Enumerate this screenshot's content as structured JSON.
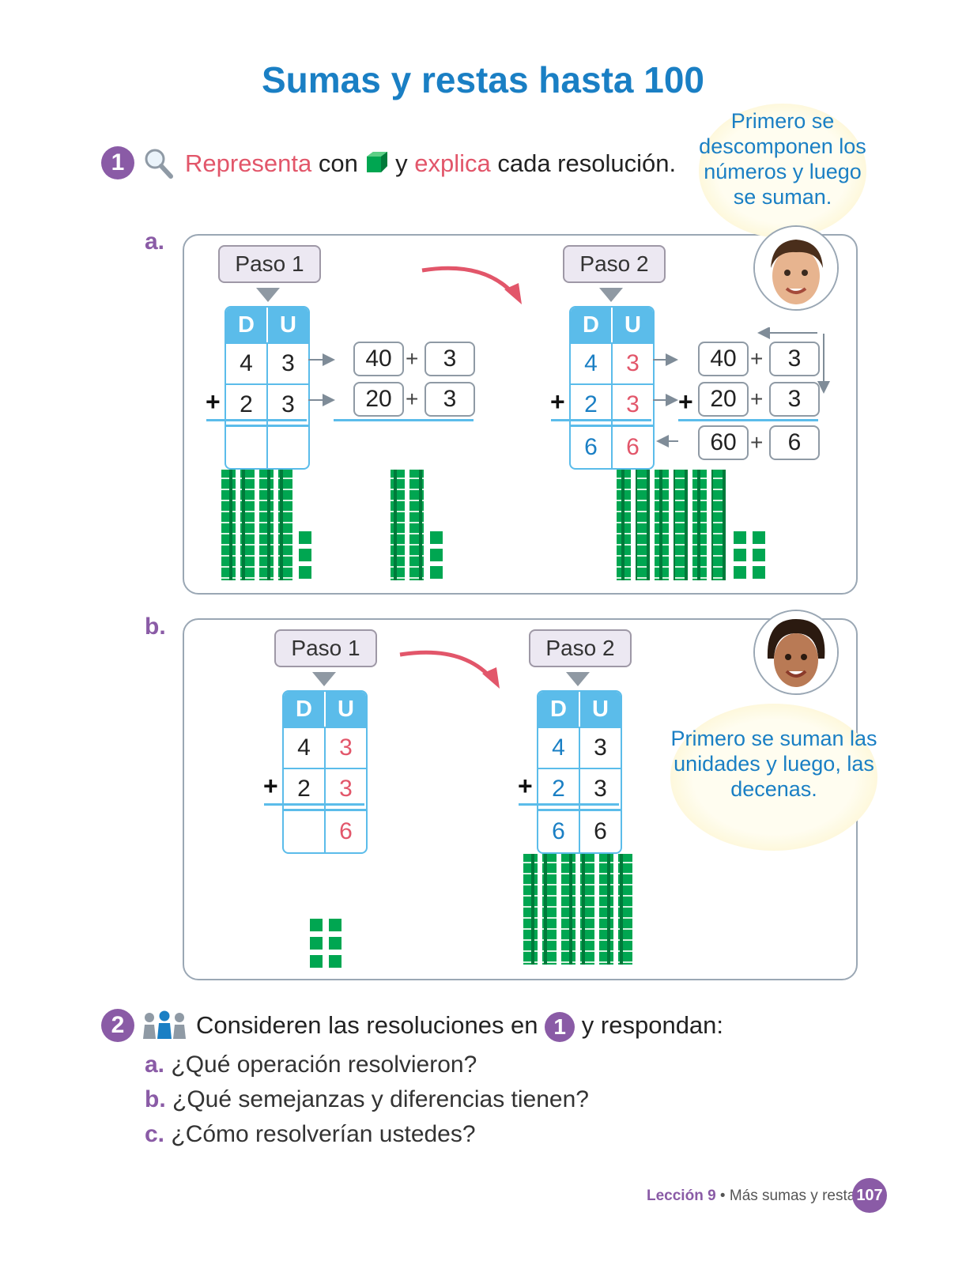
{
  "title": "Sumas y restas hasta 100",
  "activity1": {
    "number": "1",
    "word1": "Representa",
    "word2": " con ",
    "word3": " y ",
    "word4": "explica",
    "word5": " cada resolución."
  },
  "partA": {
    "letter": "a.",
    "bubble": "Primero se descomponen los números y luego se suman.",
    "step1": {
      "label": "Paso 1",
      "header": [
        "D",
        "U"
      ],
      "rows": [
        [
          "4",
          "3"
        ],
        [
          "2",
          "3"
        ]
      ],
      "sum": [
        "",
        ""
      ],
      "decomp": [
        [
          "40",
          "3"
        ],
        [
          "20",
          "3"
        ]
      ]
    },
    "step2": {
      "label": "Paso 2",
      "header": [
        "D",
        "U"
      ],
      "rows": [
        [
          "4",
          "3"
        ],
        [
          "2",
          "3"
        ]
      ],
      "sum": [
        "6",
        "6"
      ],
      "decomp": [
        [
          "40",
          "3"
        ],
        [
          "20",
          "3"
        ],
        [
          "60",
          "6"
        ]
      ]
    }
  },
  "partB": {
    "letter": "b.",
    "bubble": "Primero se suman las unidades y luego, las decenas.",
    "step1": {
      "label": "Paso 1",
      "header": [
        "D",
        "U"
      ],
      "rows": [
        [
          "4",
          "3"
        ],
        [
          "2",
          "3"
        ]
      ],
      "sum": [
        "",
        "6"
      ]
    },
    "step2": {
      "label": "Paso 2",
      "header": [
        "D",
        "U"
      ],
      "rows": [
        [
          "4",
          "3"
        ],
        [
          "2",
          "3"
        ]
      ],
      "sum": [
        "6",
        "6"
      ]
    }
  },
  "activity2": {
    "number": "2",
    "text1": "Consideren las resoluciones en",
    "ref": "1",
    "text2": "y respondan:",
    "questions": [
      {
        "letter": "a.",
        "text": "¿Qué operación resolvieron?"
      },
      {
        "letter": "b.",
        "text": "¿Qué semejanzas y diferencias tienen?"
      },
      {
        "letter": "c.",
        "text": "¿Cómo resolverían ustedes?"
      }
    ]
  },
  "footer": {
    "lesson": "Lección 9",
    "sep": " • ",
    "topic": "Más sumas y restas",
    "page": "107"
  },
  "colors": {
    "title_blue": "#1a7fc4",
    "keyword_red": "#e2566a",
    "purple": "#8a5ba6",
    "grid_blue": "#5bbcea",
    "block_green": "#00a651"
  },
  "icons": [
    "magnifier-icon",
    "green-cube-icon",
    "group-of-people-icon",
    "curved-arrow-icon",
    "boy-face-icon",
    "girl-face-icon"
  ]
}
